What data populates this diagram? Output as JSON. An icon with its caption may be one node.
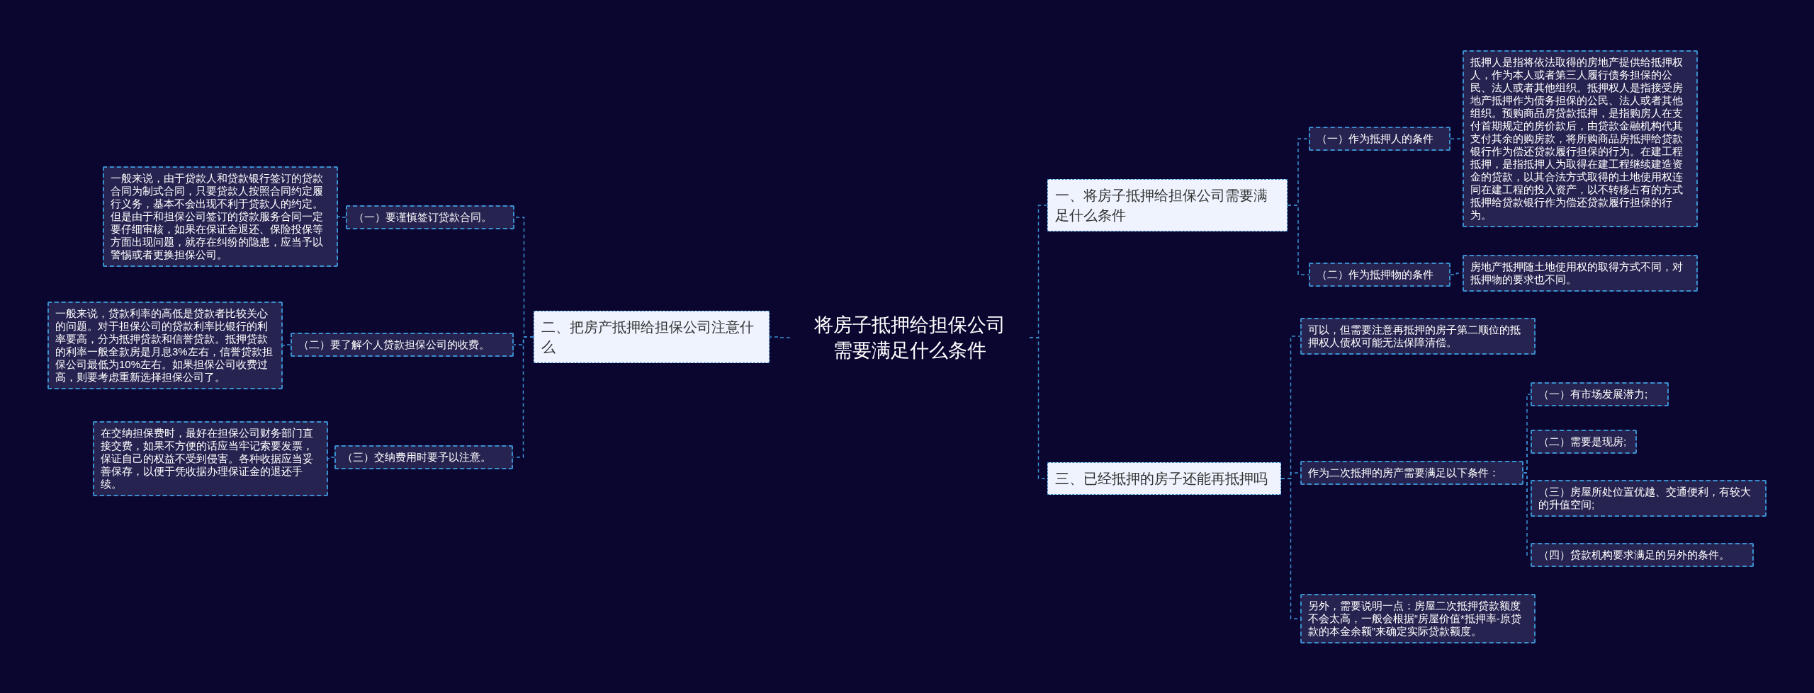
{
  "diagram": {
    "nodes": [
      {
        "text": [
          "将房子抵押给担保公司需要满足什么条件"
        ]
      },
      {
        "text": [
          "一、将房子抵押给担保公司需要满足什么条件"
        ]
      },
      {
        "text": [
          "（一）作为抵押人的条件"
        ]
      },
      {
        "text": [
          "抵押人是指将依法取得的房地产提供给抵押权人，作为本人或者第三人履行债务担保的公民、法人或者其他组织。抵押权人是指接受房地产抵押作为债务担保的公民、法人或者其他组织。预购商品房贷款抵押，是指购房人在支付首期规定的房价款后，由贷款金融机构代其支付其余的购房款，将所购商品房抵押给贷款银行作为偿还贷款履行担保的行为。在建工程抵押，是指抵押人为取得在建工程继续建造资金的贷款，以其合法方式取得的土地使用权连同在建工程的投入资产，以不转移占有的方式抵押给贷款银行作为偿还贷款履行担保的行为。"
        ]
      },
      {
        "text": [
          "（二）作为抵押物的条件"
        ]
      },
      {
        "text": [
          "房地产抵押随土地使用权的取得方式不同，对抵押物的要求也不同。"
        ]
      },
      {
        "text": [
          "二、把房产抵押给担保公司注意什么"
        ]
      },
      {
        "text": [
          "（一）要谨慎签订贷款合同。"
        ]
      },
      {
        "text": [
          "一般来说，由于贷款人和贷款银行签订的贷款合同为制式合同，只要贷款人按照合同约定履行义务，基本不会出现不利于贷款人的约定。但是由于和担保公司签订的贷款服务合同一定要仔细审核，如果在保证金退还、保险投保等方面出现问题，就存在纠纷的隐患，应当予以警惕或者更换担保公司。"
        ]
      },
      {
        "text": [
          "（二）要了解个人贷款担保公司的收费。"
        ]
      },
      {
        "text": [
          "一般来说，贷款利率的高低是贷款者比较关心的问题。对于担保公司的贷款利率比银行的利率要高，分为抵押贷款和信誉贷款。抵押贷款的利率一般全款房是月息3%左右，信誉贷款担保公司最低为10%左右。如果担保公司收费过高，则要考虑重新选择担保公司了。"
        ]
      },
      {
        "text": [
          "（三）交纳费用时要予以注意。"
        ]
      },
      {
        "text": [
          "在交纳担保费时，最好在担保公司财务部门直接交费，如果不方便的话应当牢记索要发票，保证自己的权益不受到侵害。各种收据应当妥善保存，以便于凭收据办理保证金的退还手续。"
        ]
      },
      {
        "text": [
          "三、已经抵押的房子还能再抵押吗"
        ]
      },
      {
        "text": [
          "可以，但需要注意再抵押的房子第二顺位的抵押权人债权可能无法保障清偿。"
        ]
      },
      {
        "text": [
          "作为二次抵押的房产需要满足以下条件："
        ]
      },
      {
        "text": [
          "（一）有市场发展潜力;"
        ]
      },
      {
        "text": [
          "（二）需要是现房;"
        ]
      },
      {
        "text": [
          "（三）房屋所处位置优越、交通便利，有较大的升值空间;"
        ]
      },
      {
        "text": [
          "（四）贷款机构要求满足的另外的条件。"
        ]
      },
      {
        "text": [
          "另外，需要说明一点：房屋二次抵押贷款额度不会太高，一般会根据“房屋价值*抵押率-原贷款的本金余额”来确定实际贷款额度。"
        ]
      }
    ],
    "edges": [
      {
        "from": 0,
        "to": 1,
        "arrow": "none"
      },
      {
        "from": 1,
        "to": 2,
        "arrow": "none"
      },
      {
        "from": 2,
        "to": 3,
        "arrow": "none"
      },
      {
        "from": 1,
        "to": 4,
        "arrow": "none"
      },
      {
        "from": 4,
        "to": 5,
        "arrow": "none"
      },
      {
        "from": 0,
        "to": 6,
        "arrow": "none"
      },
      {
        "from": 6,
        "to": 7,
        "arrow": "none"
      },
      {
        "from": 7,
        "to": 8,
        "arrow": "none"
      },
      {
        "from": 6,
        "to": 9,
        "arrow": "none"
      },
      {
        "from": 9,
        "to": 10,
        "arrow": "none"
      },
      {
        "from": 6,
        "to": 11,
        "arrow": "none"
      },
      {
        "from": 11,
        "to": 12,
        "arrow": "none"
      },
      {
        "from": 0,
        "to": 13,
        "arrow": "none"
      },
      {
        "from": 13,
        "to": 14,
        "arrow": "none"
      },
      {
        "from": 13,
        "to": 15,
        "arrow": "none"
      },
      {
        "from": 15,
        "to": 16,
        "arrow": "none"
      },
      {
        "from": 15,
        "to": 17,
        "arrow": "none"
      },
      {
        "from": 15,
        "to": 18,
        "arrow": "none"
      },
      {
        "from": 15,
        "to": 19,
        "arrow": "none"
      },
      {
        "from": 13,
        "to": 20,
        "arrow": "none"
      }
    ]
  }
}
